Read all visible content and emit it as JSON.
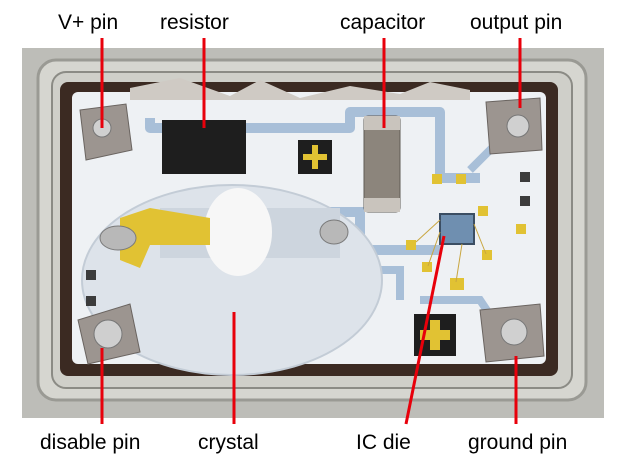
{
  "labels": {
    "vplus_pin": "V+ pin",
    "resistor": "resistor",
    "capacitor": "capacitor",
    "output_pin": "output pin",
    "disable_pin": "disable pin",
    "crystal": "crystal",
    "ic_die": "IC die",
    "ground_pin": "ground pin"
  },
  "colors": {
    "leader_line": "#e8000b",
    "board": "#eef1f4",
    "metal_frame": "#c9c9c4",
    "trace": "#a8bfd8",
    "gold": "#e1c233",
    "dark_component": "#1e1e1e"
  }
}
